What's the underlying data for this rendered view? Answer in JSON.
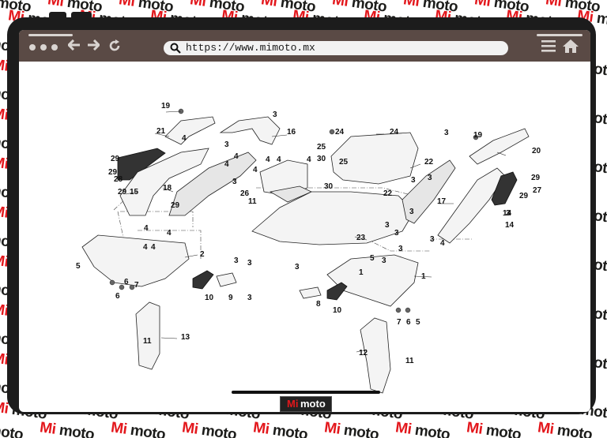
{
  "watermark": {
    "brand_part1": "Mi",
    "brand_part2": "moto"
  },
  "browser": {
    "url": "https://www.mimoto.mx"
  },
  "logo": {
    "part1": "Mi",
    "part2": "moto"
  },
  "colors": {
    "frame": "#1c1c1c",
    "toolbar": "#5a4a45",
    "brand_red": "#e3171c",
    "brand_dark": "#1d1d1b"
  },
  "icons": [
    "search-icon",
    "back-arrow-icon",
    "forward-arrow-icon",
    "reload-icon",
    "menu-icon",
    "home-icon"
  ],
  "callouts": [
    "1",
    "2",
    "3",
    "4",
    "5",
    "6",
    "7",
    "8",
    "9",
    "10",
    "11",
    "12",
    "13",
    "14",
    "15",
    "16",
    "17",
    "18",
    "19",
    "20",
    "21",
    "22",
    "23",
    "24",
    "25",
    "26",
    "27",
    "28",
    "29",
    "30"
  ]
}
